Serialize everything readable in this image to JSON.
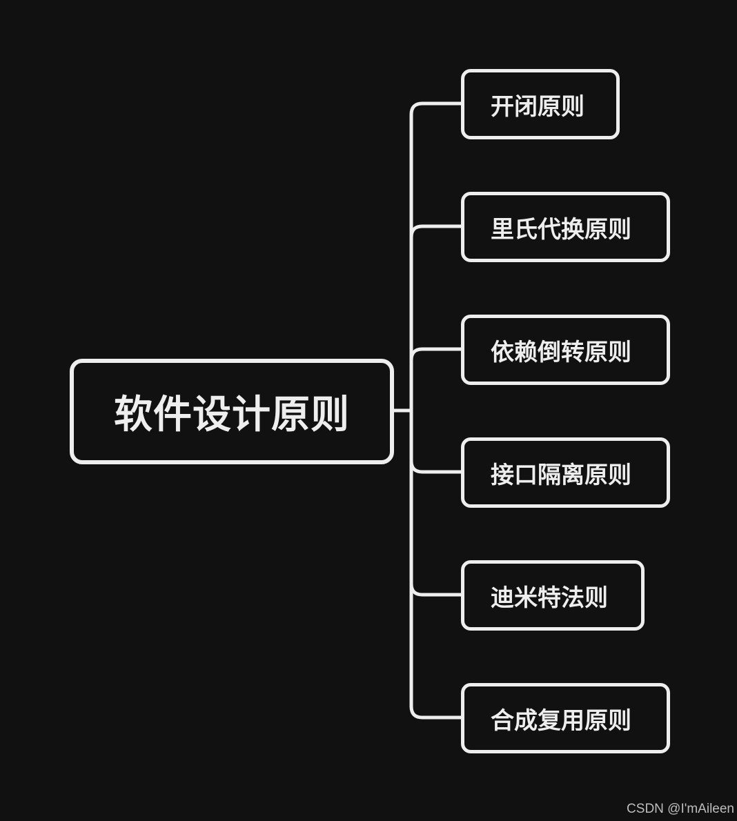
{
  "diagram": {
    "root": {
      "label": "软件设计原则"
    },
    "children": [
      {
        "label": "开闭原则"
      },
      {
        "label": "里氏代换原则"
      },
      {
        "label": "依赖倒转原则"
      },
      {
        "label": "接口隔离原则"
      },
      {
        "label": "迪米特法则"
      },
      {
        "label": "合成复用原则"
      }
    ]
  },
  "watermark": {
    "text": "CSDN @I'mAileen"
  },
  "colors": {
    "background": "#111111",
    "stroke": "#eeeeee",
    "text": "#eeeeee",
    "watermark": "#bdbdbd"
  }
}
